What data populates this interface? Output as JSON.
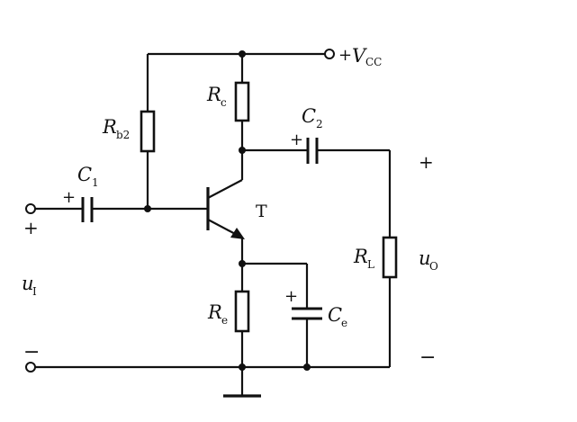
{
  "labels": {
    "vcc_sign": "+",
    "vcc_main": "V",
    "vcc_sub": "CC",
    "rc_main": "R",
    "rc_sub": "c",
    "rb2_main": "R",
    "rb2_sub": "b2",
    "c1_main": "C",
    "c1_sub": "1",
    "c1_plus": "+",
    "c2_main": "C",
    "c2_sub": "2",
    "c2_plus": "+",
    "transistor": "T",
    "re_main": "R",
    "re_sub": "e",
    "ce_main": "C",
    "ce_sub": "e",
    "ce_plus": "+",
    "rl_main": "R",
    "rl_sub": "L",
    "uo_main": "u",
    "uo_sub": "O",
    "ui_main": "u",
    "ui_sub": "I",
    "in_plus": "+",
    "in_minus": "−",
    "out_plus": "+",
    "out_minus": "−"
  }
}
